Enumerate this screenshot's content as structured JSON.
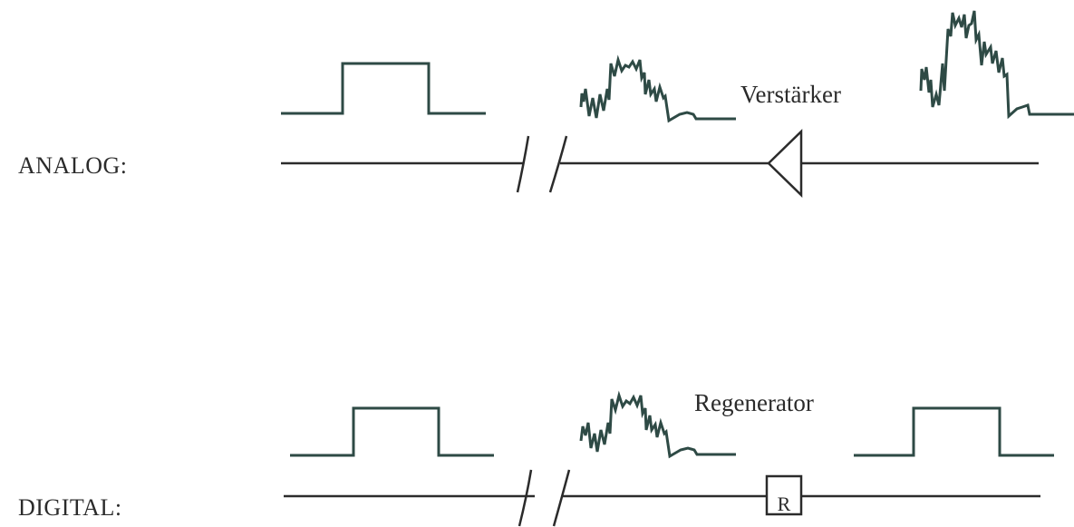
{
  "analog": {
    "label": "ANALOG:",
    "device_label": "Verstärker",
    "device_icon": "amplifier-triangle-icon"
  },
  "digital": {
    "label": "DIGITAL:",
    "device_label": "Regenerator",
    "device_icon": "regenerator-box-icon",
    "device_symbol": "R"
  },
  "colors": {
    "line": "#2b2b2b",
    "signal": "#2e4a45",
    "background": "#ffffff"
  }
}
